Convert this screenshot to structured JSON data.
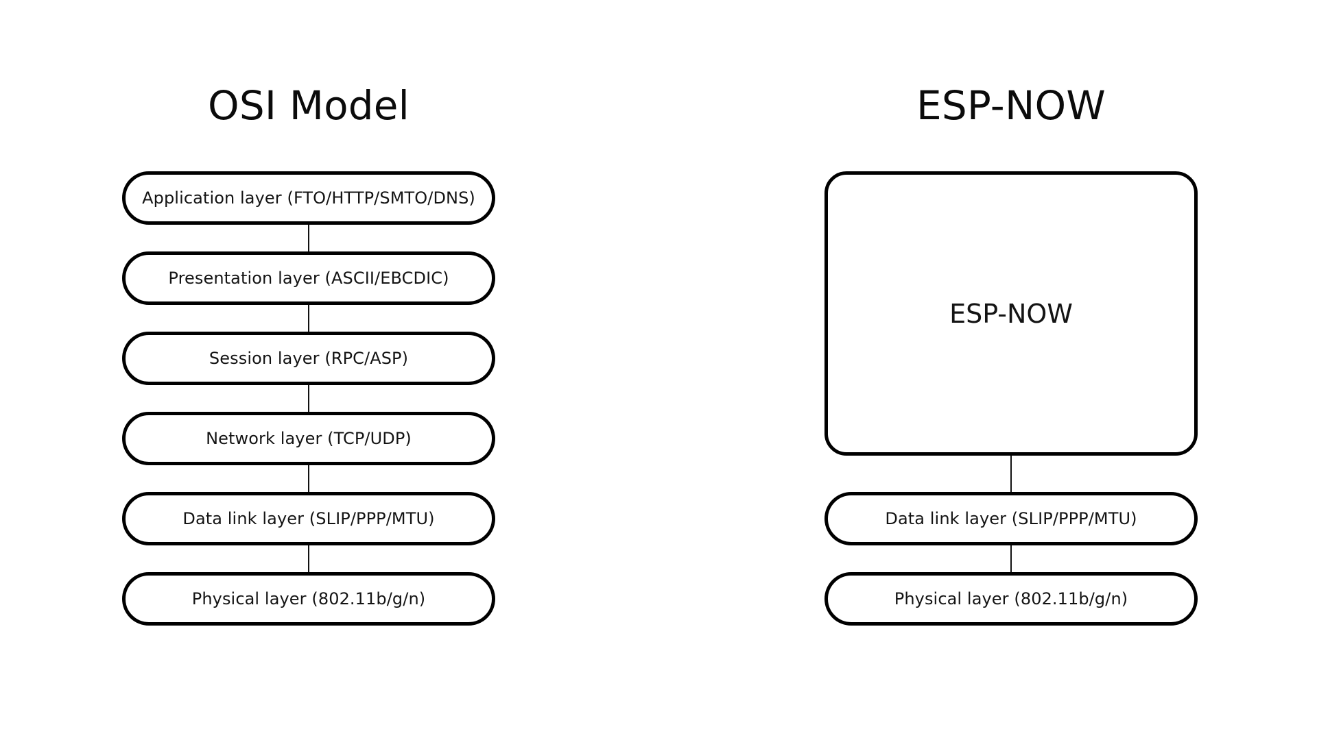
{
  "page": {
    "background_color": "#ffffff",
    "stroke_color": "#000000",
    "text_color": "#141414"
  },
  "columns": [
    {
      "id": "osi",
      "title": "OSI Model",
      "boxes": [
        {
          "label": "Application layer (FTO/HTTP/SMTO/DNS)",
          "shape": "pill"
        },
        {
          "label": "Presentation layer (ASCII/EBCDIC)",
          "shape": "pill"
        },
        {
          "label": "Session layer (RPC/ASP)",
          "shape": "pill"
        },
        {
          "label": "Network layer (TCP/UDP)",
          "shape": "pill"
        },
        {
          "label": "Data link layer (SLIP/PPP/MTU)",
          "shape": "pill"
        },
        {
          "label": "Physical layer (802.11b/g/n)",
          "shape": "pill"
        }
      ]
    },
    {
      "id": "espnow",
      "title": "ESP-NOW",
      "boxes": [
        {
          "label": "ESP-NOW",
          "shape": "rounded-rect"
        },
        {
          "label": "Data link layer (SLIP/PPP/MTU)",
          "shape": "pill"
        },
        {
          "label": "Physical layer (802.11b/g/n)",
          "shape": "pill"
        }
      ]
    }
  ]
}
